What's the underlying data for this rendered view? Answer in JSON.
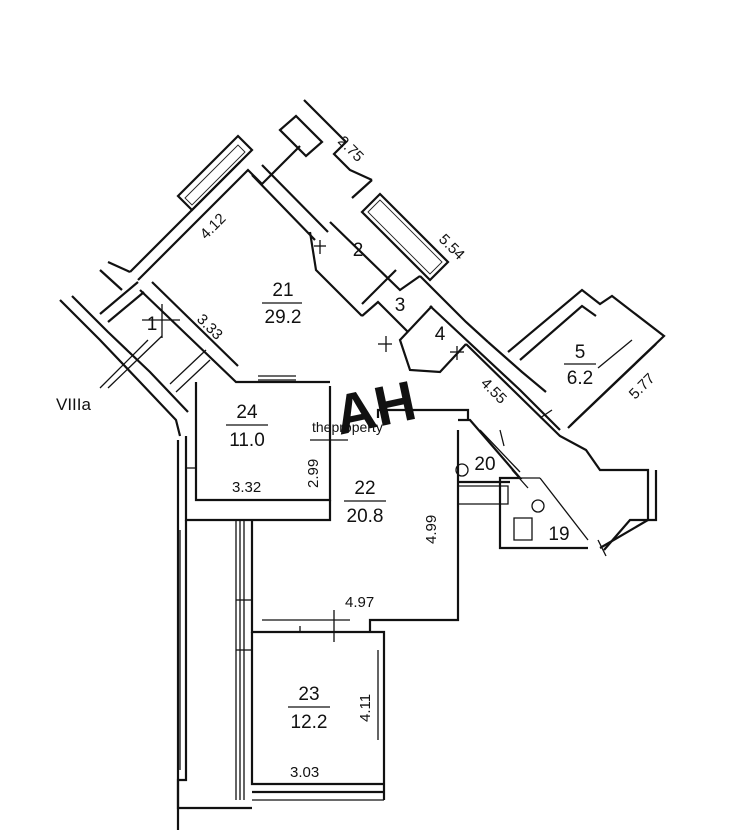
{
  "rooms": [
    {
      "id": "room-21",
      "num": "21",
      "area": "29.2"
    },
    {
      "id": "room-24",
      "num": "24",
      "area": "11.0"
    },
    {
      "id": "room-22",
      "num": "22",
      "area": "20.8"
    },
    {
      "id": "room-23",
      "num": "23",
      "area": "12.2"
    },
    {
      "id": "room-5",
      "num": "5",
      "area": "6.2"
    },
    {
      "id": "room-1",
      "num": "1",
      "area": ""
    },
    {
      "id": "room-2",
      "num": "2",
      "area": ""
    },
    {
      "id": "room-3",
      "num": "3",
      "area": ""
    },
    {
      "id": "room-4",
      "num": "4",
      "area": ""
    },
    {
      "id": "room-20",
      "num": "20",
      "area": ""
    },
    {
      "id": "room-19",
      "num": "19",
      "area": ""
    }
  ],
  "dimensions": {
    "d_2_75": "2.75",
    "d_4_12": "4.12",
    "d_5_54": "5.54",
    "d_3_33": "3.33",
    "d_5_77": "5.77",
    "d_4_55": "4.55",
    "d_2_99": "2.99",
    "d_3_32": "3.32",
    "d_4_99": "4.99",
    "d_4_97": "4.97",
    "d_4_11": "4.11",
    "d_3_03": "3.03"
  },
  "section_label": "VIIIa",
  "watermark": {
    "logo": "AH",
    "text": "theproperty"
  }
}
